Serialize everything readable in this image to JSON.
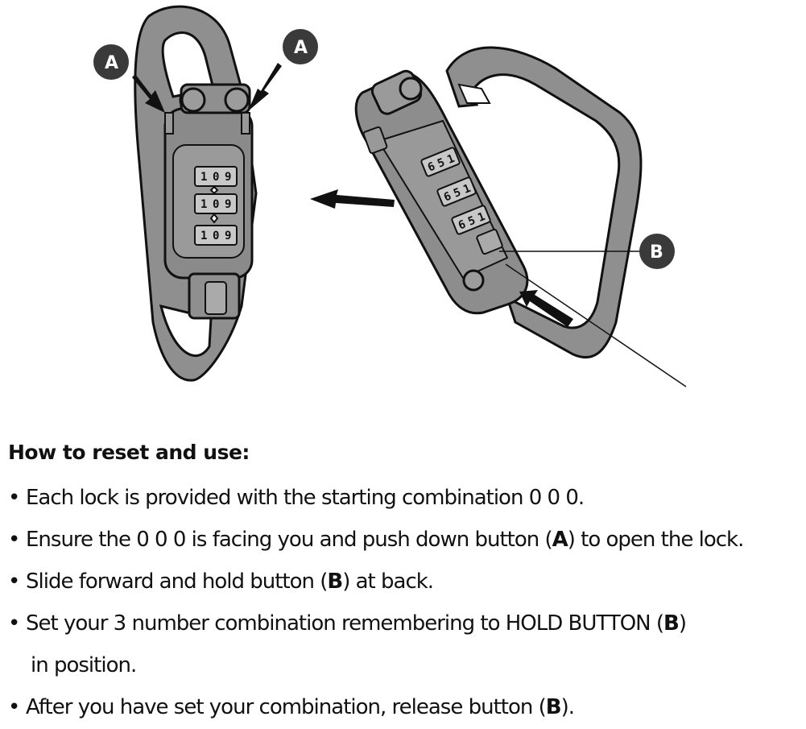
{
  "figure": {
    "callout_a_left": "A",
    "callout_a_right": "A",
    "callout_b": "B",
    "dial_digits_left": [
      "1",
      "0",
      "9"
    ],
    "dial_digits_right": [
      "6",
      "5",
      "1"
    ],
    "ink_color": "#111111",
    "metal_color": "#8f8f8f",
    "badge_color": "#3a3a3a"
  },
  "instructions": {
    "heading": "How to reset and use:",
    "items": [
      {
        "text": "Each lock is provided with the starting combination 0 0 0."
      },
      {
        "before": "Ensure the 0 0 0 is facing you and push down button (",
        "key": "A",
        "after": ") to open the lock."
      },
      {
        "before": "Slide forward and hold button (",
        "key": "B",
        "after": ") at back."
      },
      {
        "before": "Set your 3 number combination remembering to HOLD BUTTON (",
        "key": "B",
        "after": ")",
        "continuation": "in position."
      },
      {
        "before": "After you have set your combination, release  button (",
        "key": "B",
        "after": ")."
      }
    ]
  }
}
